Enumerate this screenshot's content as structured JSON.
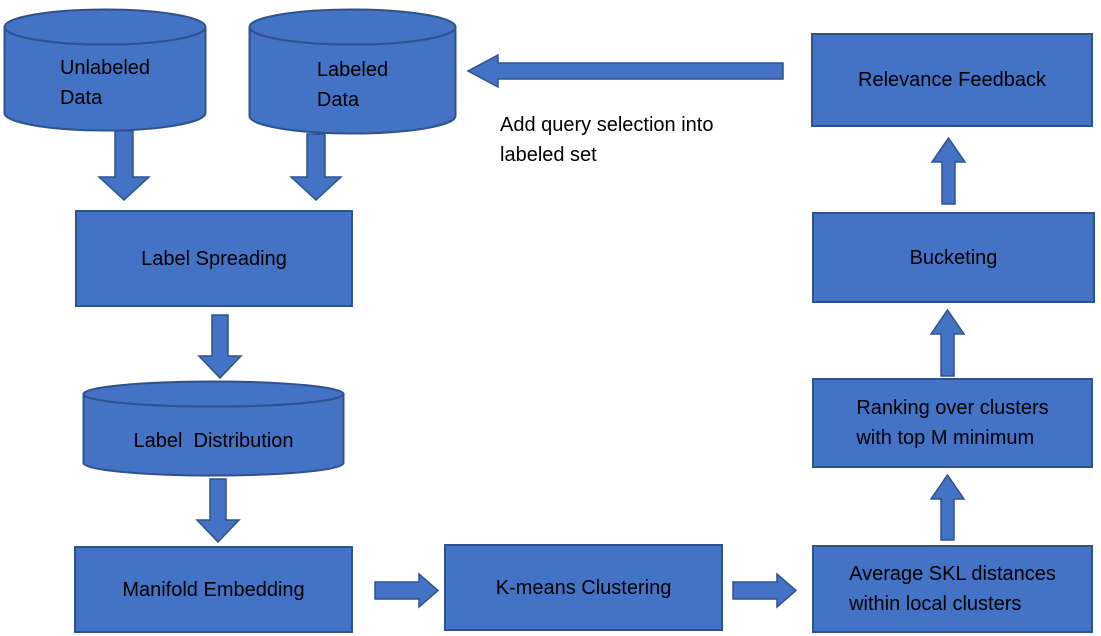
{
  "colors": {
    "shape_fill": "#4472C4",
    "shape_border": "#2F528F",
    "text": "#000000",
    "background": "#FFFFFF"
  },
  "nodes": {
    "unlabeled_data": {
      "label": "Unlabeled\nData",
      "shape": "cylinder"
    },
    "labeled_data": {
      "label": "Labeled\nData",
      "shape": "cylinder"
    },
    "label_spreading": {
      "label": "Label Spreading",
      "shape": "rectangle"
    },
    "label_distribution": {
      "label": "Label  Distribution",
      "shape": "cylinder"
    },
    "manifold_embedding": {
      "label": "Manifold Embedding",
      "shape": "rectangle"
    },
    "kmeans_clustering": {
      "label": "K-means Clustering",
      "shape": "rectangle"
    },
    "average_skl": {
      "label": "Average SKL distances\nwithin local clusters",
      "shape": "rectangle"
    },
    "ranking": {
      "label": "Ranking over clusters\nwith top M minimum",
      "shape": "rectangle"
    },
    "bucketing": {
      "label": "Bucketing",
      "shape": "rectangle"
    },
    "relevance_feedback": {
      "label": "Relevance Feedback",
      "shape": "rectangle"
    }
  },
  "annotations": {
    "feedback_note": "Add query selection into\nlabeled set"
  },
  "edges": [
    {
      "from": "Unlabeled Data",
      "to": "Label Spreading"
    },
    {
      "from": "Labeled Data",
      "to": "Label Spreading"
    },
    {
      "from": "Label Spreading",
      "to": "Label Distribution"
    },
    {
      "from": "Label Distribution",
      "to": "Manifold Embedding"
    },
    {
      "from": "Manifold Embedding",
      "to": "K-means Clustering"
    },
    {
      "from": "K-means Clustering",
      "to": "Average SKL distances within local clusters"
    },
    {
      "from": "Average SKL distances within local clusters",
      "to": "Ranking over clusters with top M minimum"
    },
    {
      "from": "Ranking over clusters with top M minimum",
      "to": "Bucketing"
    },
    {
      "from": "Bucketing",
      "to": "Relevance Feedback"
    },
    {
      "from": "Relevance Feedback",
      "to": "Labeled Data",
      "label": "Add query selection into labeled set"
    }
  ]
}
